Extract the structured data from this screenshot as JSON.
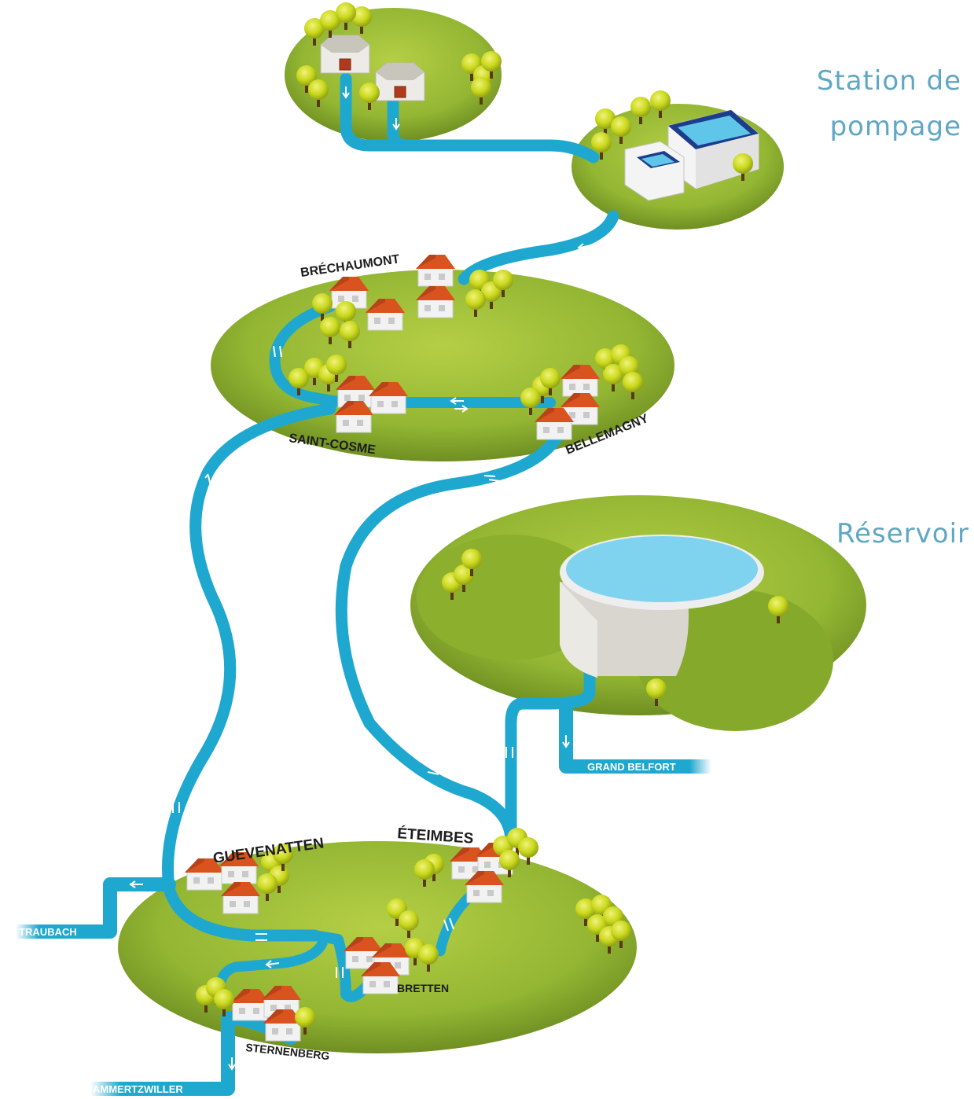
{
  "labels": {
    "pumping_station": [
      "Station de",
      "pompage"
    ],
    "reservoir": "Réservoir"
  },
  "villages": {
    "brechaumont": "BRÉCHAUMONT",
    "saint_cosme": "SAINT-COSME",
    "bellemagny": "BELLEMAGNY",
    "guevenatten": "GUEVENATTEN",
    "eteimbes": "ÉTEIMBES",
    "bretten": "BRETTEN",
    "sternenberg": "STERNENBERG"
  },
  "exits": {
    "grand_belfort": "GRAND BELFORT",
    "traubach": "TRAUBACH",
    "ammertzwiller": "AMMERTZWILLER"
  },
  "colors": {
    "pipe": "#1fa8cf",
    "pipe_dark": "#118cb0",
    "hill": "#93b633",
    "hill_dark": "#6f8f22",
    "tree": "#c9d81c",
    "roof": "#d9531e",
    "label_blue": "#5fa7c4"
  }
}
